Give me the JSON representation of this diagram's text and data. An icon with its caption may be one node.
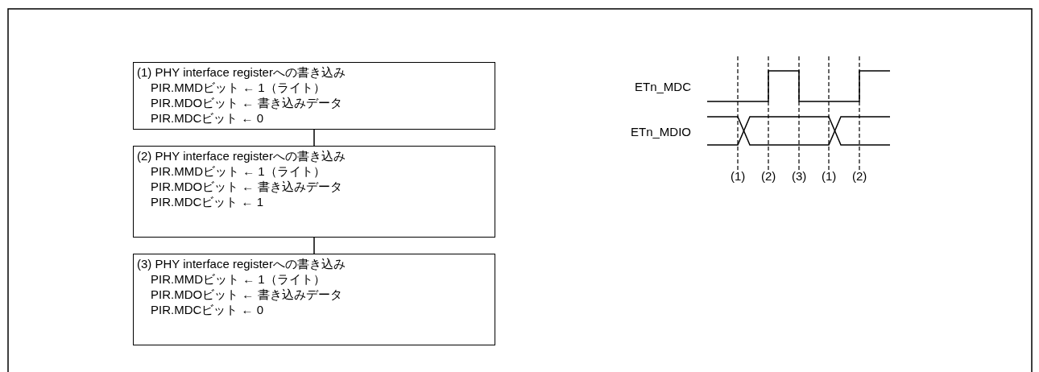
{
  "diagram": {
    "nodes": [
      {
        "text": [
          "(1) PHY interface registerへの書き込み",
          "PIR.MMDビット ← 1（ライト）",
          "PIR.MDOビット ← 書き込みデータ",
          "PIR.MDCビット ← 0"
        ]
      },
      {
        "text": [
          "(2) PHY interface registerへの書き込み",
          "PIR.MMDビット ← 1（ライト）",
          "PIR.MDOビット ← 書き込みデータ",
          "PIR.MDCビット ← 1"
        ]
      },
      {
        "text": [
          "(3) PHY interface registerへの書き込み",
          "PIR.MMDビット ← 1（ライト）",
          "PIR.MDOビット ← 書き込みデータ",
          "PIR.MDCビット ← 0"
        ]
      }
    ],
    "edges": [
      {
        "from": 0,
        "to": 1,
        "arrow": "none"
      },
      {
        "from": 1,
        "to": 2,
        "arrow": "none"
      }
    ],
    "labels": [
      "ETn_MDC",
      "ETn_MDIO",
      "(1)",
      "(2)",
      "(3)",
      "(1)",
      "(2)"
    ]
  }
}
